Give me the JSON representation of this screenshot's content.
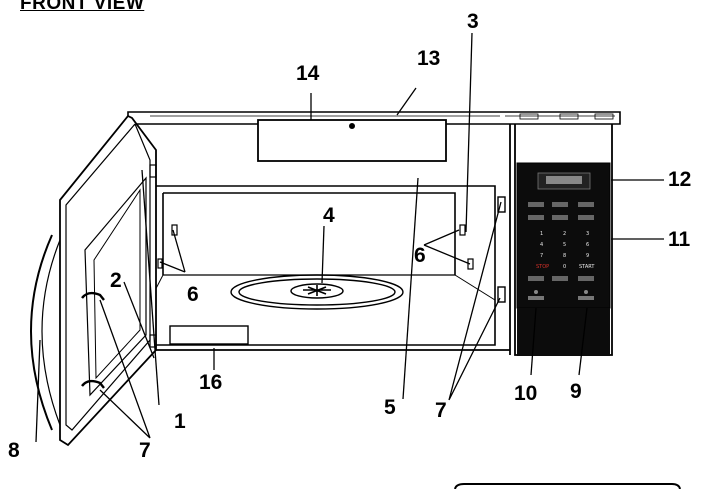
{
  "title": "FRONT VIEW",
  "callouts": {
    "c1": "1",
    "c2": "2",
    "c3": "3",
    "c4": "4",
    "c5": "5",
    "c6_left": "6",
    "c6_right": "6",
    "c7_bottom": "7",
    "c7_right": "7",
    "c8": "8",
    "c9": "9",
    "c10": "10",
    "c11": "11",
    "c12": "12",
    "c13": "13",
    "c14": "14",
    "c16": "16"
  },
  "keypad": {
    "digits": [
      "1",
      "2",
      "3",
      "4",
      "5",
      "6",
      "7",
      "8",
      "9",
      "0"
    ],
    "stop_label": "STOP",
    "start_label": "START",
    "stop_color": "#d8312a"
  }
}
